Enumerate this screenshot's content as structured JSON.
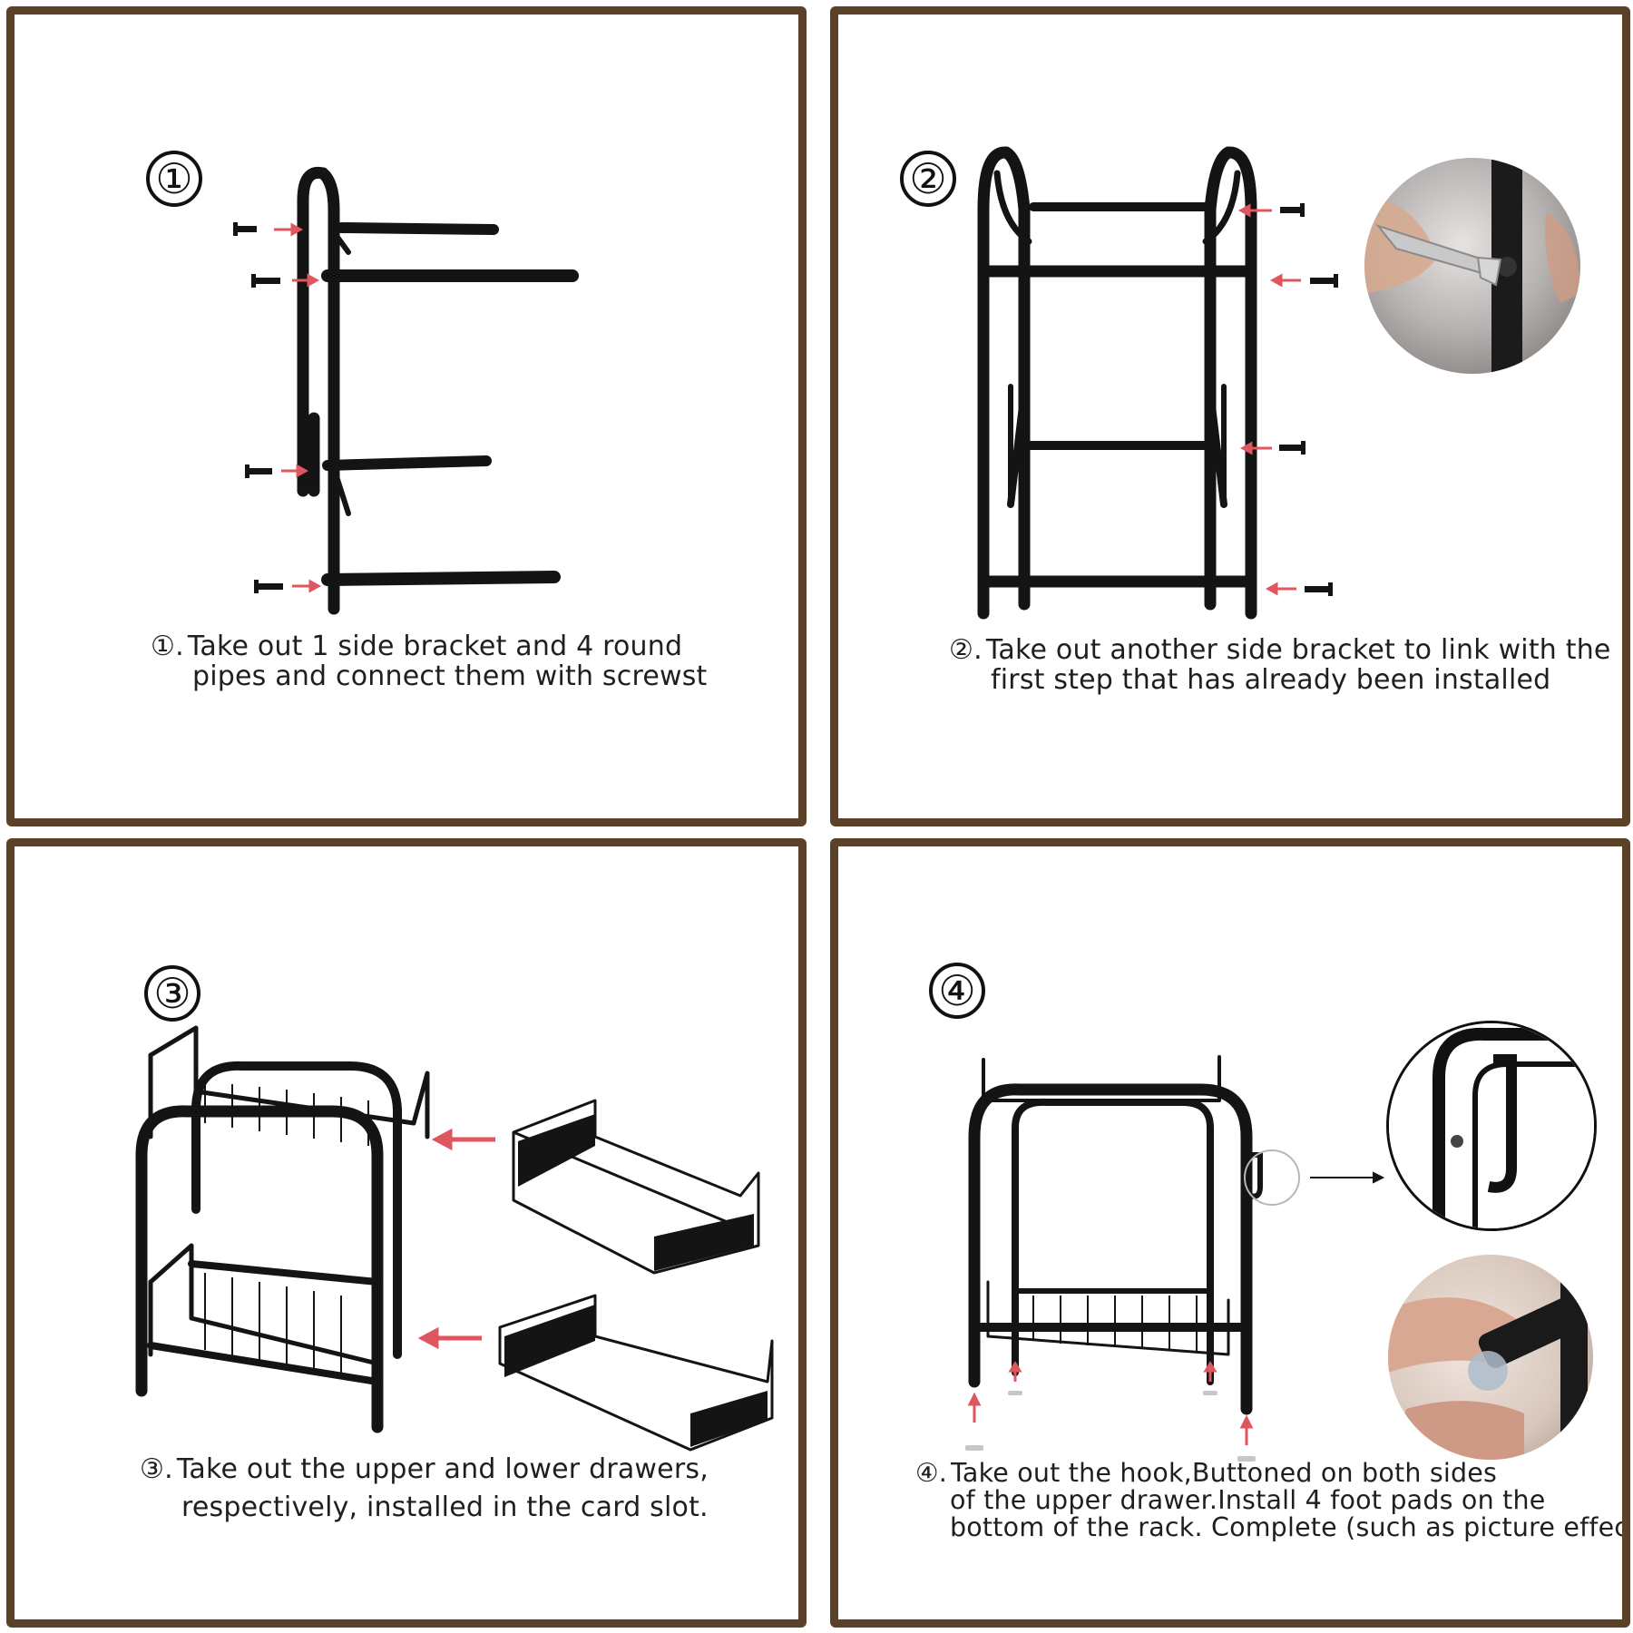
{
  "steps": [
    {
      "marker": "①",
      "caption_marker": "①.",
      "caption_lines": [
        "Take out 1 side bracket and 4 round",
        "pipes and connect them with screwst"
      ]
    },
    {
      "marker": "②",
      "caption_marker": "②.",
      "caption_lines": [
        "Take out another side bracket to link with the",
        "first step that has already been installed"
      ]
    },
    {
      "marker": "③",
      "caption_marker": "③.",
      "caption_lines": [
        "Take out the upper and lower drawers,",
        "respectively, installed in the card slot."
      ]
    },
    {
      "marker": "④",
      "caption_marker": "④.",
      "caption_lines": [
        "Take out the hook,Buttoned on both sides",
        "of the upper drawer.Install 4 foot pads on the",
        "bottom of the rack. Complete (such as picture effect)"
      ]
    }
  ],
  "colors": {
    "panel_border": "#5a4128",
    "frame": "#141414",
    "arrow": "#e0565e",
    "background": "#ffffff"
  },
  "icons": [
    "screw-icon",
    "arrow-icon",
    "hex-key-photo",
    "hook-detail-photo",
    "foot-pad-photo"
  ]
}
